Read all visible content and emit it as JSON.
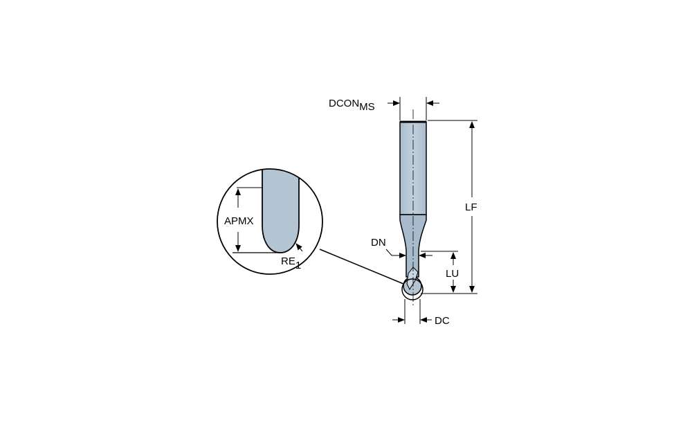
{
  "labels": {
    "dcon": "DCON",
    "dcon_sub": "MS",
    "lf": "LF",
    "lu": "LU",
    "dn": "DN",
    "dc": "DC",
    "apmx": "APMX",
    "re": "RE",
    "re_sub": "1"
  },
  "colors": {
    "tool_fill": "#b3c4d3",
    "tool_shade": "#9fb3c6",
    "outline": "#000000"
  }
}
